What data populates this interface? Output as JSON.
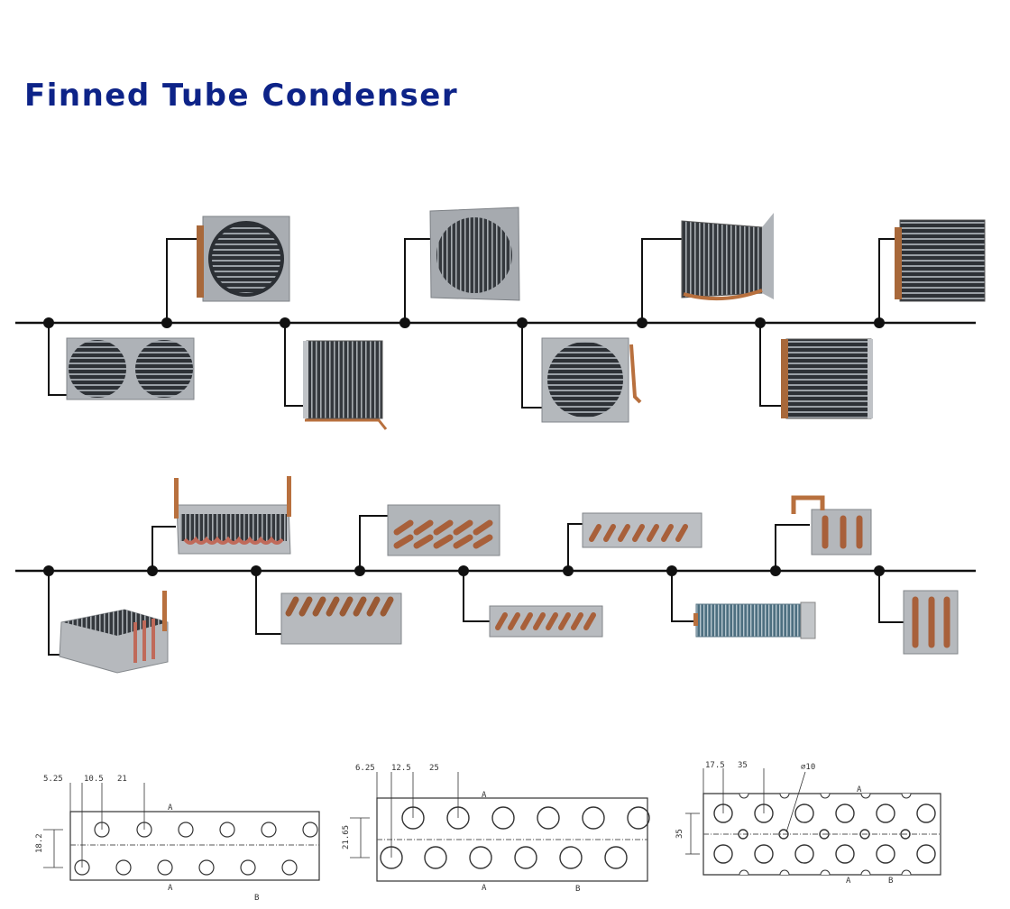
{
  "page": {
    "title": "Finned Tube Condenser"
  },
  "products": {
    "row1": [
      {
        "name": "square-fan-condenser-a",
        "style": "fan-square"
      },
      {
        "name": "double-fan-condenser",
        "style": "fan-double"
      },
      {
        "name": "square-fan-condenser-b",
        "style": "fan-square"
      },
      {
        "name": "open-fin-condenser-a",
        "style": "fin-block"
      },
      {
        "name": "wire-coil-condenser",
        "style": "fin-block"
      },
      {
        "name": "round-fan-condenser",
        "style": "fan-square"
      },
      {
        "name": "open-fin-condenser-b",
        "style": "fin-block"
      },
      {
        "name": "open-fin-condenser-c",
        "style": "fin-block"
      }
    ],
    "row2": [
      {
        "name": "tray-coil-a",
        "style": "copper-coil"
      },
      {
        "name": "tray-coil-b",
        "style": "copper-coil"
      },
      {
        "name": "flat-coil-a",
        "style": "copper-coil"
      },
      {
        "name": "flat-coil-b",
        "style": "copper-coil"
      },
      {
        "name": "flat-coil-c",
        "style": "copper-coil"
      },
      {
        "name": "flat-coil-d",
        "style": "copper-coil"
      },
      {
        "name": "mini-coil-a",
        "style": "copper-coil"
      },
      {
        "name": "blue-fin-coil",
        "style": "fin-block"
      },
      {
        "name": "mini-coil-b",
        "style": "copper-coil"
      }
    ]
  },
  "drawings": [
    {
      "dims": {
        "d1": "5.25",
        "d2": "10.5",
        "d3": "21",
        "pitch": "18.2",
        "markA_top": "A",
        "markA_bot": "A",
        "markB": "B"
      }
    },
    {
      "dims": {
        "d1": "6.25",
        "d2": "12.5",
        "d3": "25",
        "pitch": "21.65",
        "markA_top": "A",
        "markA_bot": "A",
        "markB": "B"
      }
    },
    {
      "dims": {
        "d1": "17.5",
        "d2": "35",
        "d3": "⌀10",
        "pitch": "35",
        "markA_top": "A",
        "markA_bot": "A",
        "markB": "B"
      }
    }
  ],
  "colors": {
    "title": "#0d2388",
    "line": "#111111",
    "metal": "#b9bcc0",
    "fin": "#3b3f45",
    "copper": "#b8703e"
  }
}
